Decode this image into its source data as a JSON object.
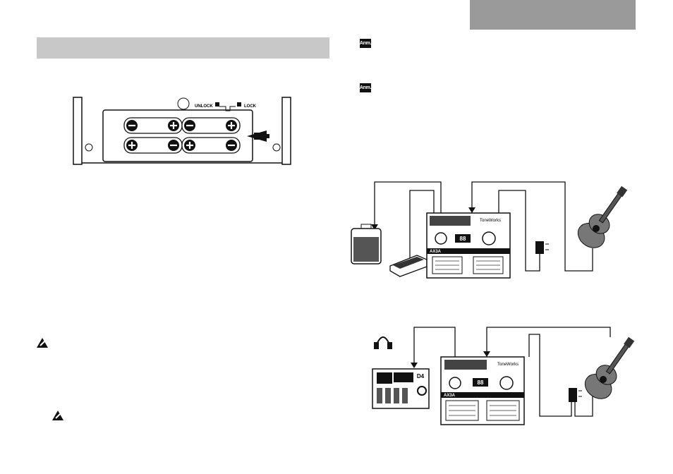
{
  "note_badge": "Anm.",
  "battery_diagram": {
    "unlock_label": "UNLOCK",
    "lock_label": "LOCK"
  },
  "pedal_unit": {
    "brand": "ToneWorks",
    "model": "AX3A"
  },
  "recorder": {
    "model": "D4"
  },
  "display_digits": "88",
  "colors": {
    "section_bar": "#c8c8c8",
    "header_tab": "#9a9a9a",
    "ink": "#111111"
  }
}
